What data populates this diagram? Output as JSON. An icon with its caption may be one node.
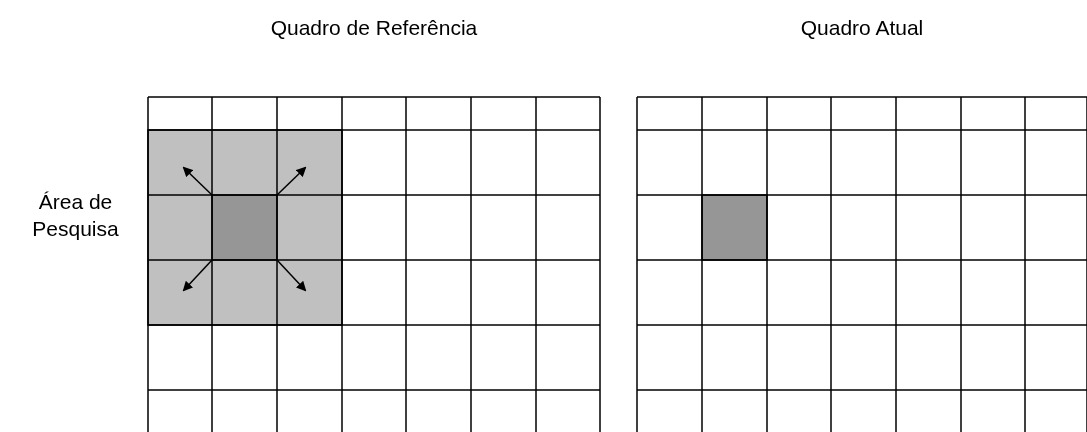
{
  "diagram": {
    "labels": [
      "Quadro de Referência",
      "Quadro Atual",
      "Área de Pesquisa"
    ]
  }
}
